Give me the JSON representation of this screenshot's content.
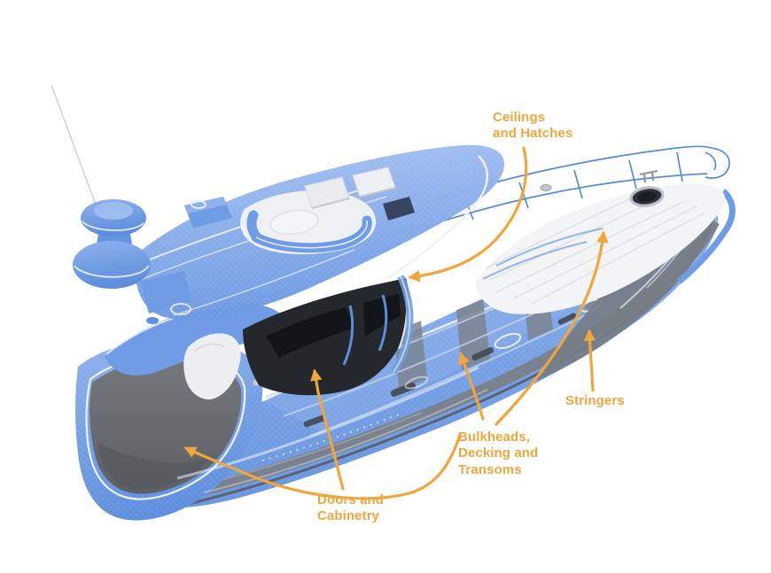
{
  "callouts": {
    "ceilings_hatches": {
      "label": "Ceilings\nand Hatches"
    },
    "stringers": {
      "label": "Stringers"
    },
    "bulkheads_decking_transoms": {
      "label": "Bulkheads,\nDecking and\nTransoms"
    },
    "doors_cabinetry": {
      "label": "Doors and\nCabinetry"
    }
  },
  "colors": {
    "accent_orange": "#F0A63C",
    "boat_blue": "#6C9AE3",
    "boat_blue_light": "#9FBDF0",
    "wireframe_blue": "#4C85DC",
    "hull_gray": "#70767E",
    "interior_dark": "#24282C",
    "deck_white": "#F2F4F6",
    "background": "#FFFFFF"
  }
}
